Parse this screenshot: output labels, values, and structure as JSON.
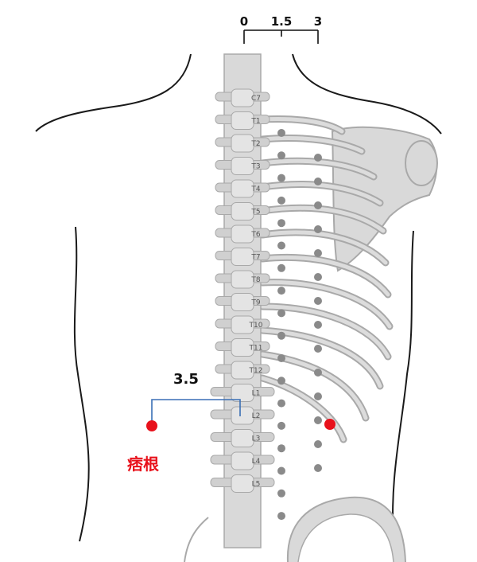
{
  "scale": {
    "ticks": [
      "0",
      "1.5",
      "3"
    ]
  },
  "vertebrae": [
    "C7",
    "T1",
    "T2",
    "T3",
    "T4",
    "T5",
    "T6",
    "T7",
    "T8",
    "T9",
    "T10",
    "T11",
    "T12",
    "L1",
    "L2",
    "L3",
    "L4",
    "L5"
  ],
  "distance_label": "3.5",
  "point": {
    "label": "痞根",
    "color": "#e8111b"
  },
  "colors": {
    "bone": "#d9d9d9",
    "bone_edge": "#a9a9a9",
    "outline": "#1a1a1a",
    "dot": "#8a8a8a",
    "guide": "#3a6fb5"
  }
}
